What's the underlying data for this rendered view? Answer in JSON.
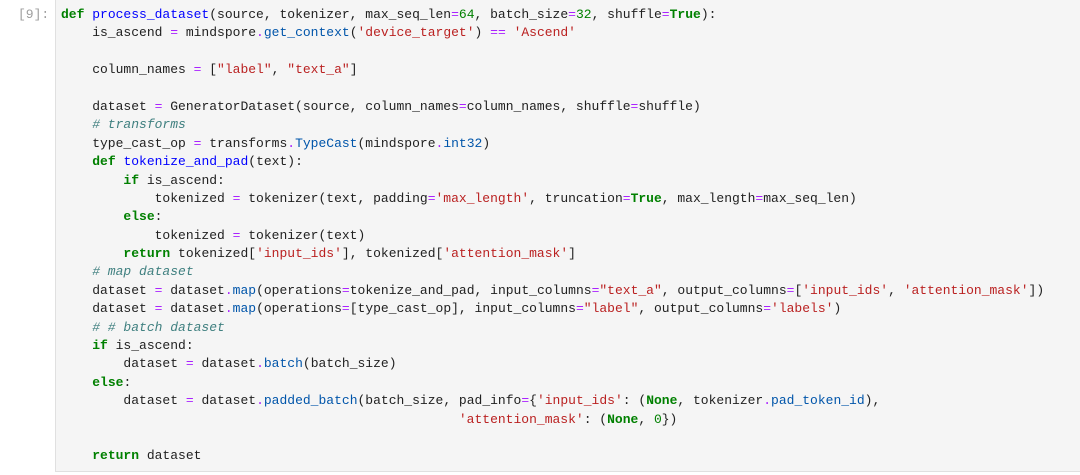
{
  "cell": {
    "prompt": "[9]:",
    "lines": [
      [
        [
          "kw",
          "def"
        ],
        [
          "tx",
          " "
        ],
        [
          "def",
          "process_dataset"
        ],
        [
          "tx",
          "(source, tokenizer, max_seq_len"
        ],
        [
          "op",
          "="
        ],
        [
          "num",
          "64"
        ],
        [
          "tx",
          ", batch_size"
        ],
        [
          "op",
          "="
        ],
        [
          "num",
          "32"
        ],
        [
          "tx",
          ", shuffle"
        ],
        [
          "op",
          "="
        ],
        [
          "kw",
          "True"
        ],
        [
          "tx",
          "):"
        ]
      ],
      [
        [
          "tx",
          "    is_ascend "
        ],
        [
          "op",
          "="
        ],
        [
          "tx",
          " mindspore"
        ],
        [
          "op",
          "."
        ],
        [
          "attr",
          "get_context"
        ],
        [
          "tx",
          "("
        ],
        [
          "str",
          "'device_target'"
        ],
        [
          "tx",
          ") "
        ],
        [
          "op",
          "=="
        ],
        [
          "tx",
          " "
        ],
        [
          "str",
          "'Ascend'"
        ]
      ],
      [],
      [
        [
          "tx",
          "    column_names "
        ],
        [
          "op",
          "="
        ],
        [
          "tx",
          " ["
        ],
        [
          "str",
          "\"label\""
        ],
        [
          "tx",
          ", "
        ],
        [
          "str",
          "\"text_a\""
        ],
        [
          "tx",
          "]"
        ]
      ],
      [],
      [
        [
          "tx",
          "    dataset "
        ],
        [
          "op",
          "="
        ],
        [
          "tx",
          " GeneratorDataset(source, column_names"
        ],
        [
          "op",
          "="
        ],
        [
          "tx",
          "column_names, shuffle"
        ],
        [
          "op",
          "="
        ],
        [
          "tx",
          "shuffle)"
        ]
      ],
      [
        [
          "cm",
          "    # transforms"
        ]
      ],
      [
        [
          "tx",
          "    type_cast_op "
        ],
        [
          "op",
          "="
        ],
        [
          "tx",
          " transforms"
        ],
        [
          "op",
          "."
        ],
        [
          "attr",
          "TypeCast"
        ],
        [
          "tx",
          "(mindspore"
        ],
        [
          "op",
          "."
        ],
        [
          "attr",
          "int32"
        ],
        [
          "tx",
          ")"
        ]
      ],
      [
        [
          "tx",
          "    "
        ],
        [
          "kw",
          "def"
        ],
        [
          "tx",
          " "
        ],
        [
          "def",
          "tokenize_and_pad"
        ],
        [
          "tx",
          "(text):"
        ]
      ],
      [
        [
          "tx",
          "        "
        ],
        [
          "kw",
          "if"
        ],
        [
          "tx",
          " is_ascend:"
        ]
      ],
      [
        [
          "tx",
          "            tokenized "
        ],
        [
          "op",
          "="
        ],
        [
          "tx",
          " tokenizer(text, padding"
        ],
        [
          "op",
          "="
        ],
        [
          "str",
          "'max_length'"
        ],
        [
          "tx",
          ", truncation"
        ],
        [
          "op",
          "="
        ],
        [
          "kw",
          "True"
        ],
        [
          "tx",
          ", max_length"
        ],
        [
          "op",
          "="
        ],
        [
          "tx",
          "max_seq_len)"
        ]
      ],
      [
        [
          "tx",
          "        "
        ],
        [
          "kw",
          "else"
        ],
        [
          "tx",
          ":"
        ]
      ],
      [
        [
          "tx",
          "            tokenized "
        ],
        [
          "op",
          "="
        ],
        [
          "tx",
          " tokenizer(text)"
        ]
      ],
      [
        [
          "tx",
          "        "
        ],
        [
          "kw",
          "return"
        ],
        [
          "tx",
          " tokenized["
        ],
        [
          "str",
          "'input_ids'"
        ],
        [
          "tx",
          "], tokenized["
        ],
        [
          "str",
          "'attention_mask'"
        ],
        [
          "tx",
          "]"
        ]
      ],
      [
        [
          "cm",
          "    # map dataset"
        ]
      ],
      [
        [
          "tx",
          "    dataset "
        ],
        [
          "op",
          "="
        ],
        [
          "tx",
          " dataset"
        ],
        [
          "op",
          "."
        ],
        [
          "attr",
          "map"
        ],
        [
          "tx",
          "(operations"
        ],
        [
          "op",
          "="
        ],
        [
          "tx",
          "tokenize_and_pad, input_columns"
        ],
        [
          "op",
          "="
        ],
        [
          "str",
          "\"text_a\""
        ],
        [
          "tx",
          ", output_columns"
        ],
        [
          "op",
          "="
        ],
        [
          "tx",
          "["
        ],
        [
          "str",
          "'input_ids'"
        ],
        [
          "tx",
          ", "
        ],
        [
          "str",
          "'attention_mask'"
        ],
        [
          "tx",
          "])"
        ]
      ],
      [
        [
          "tx",
          "    dataset "
        ],
        [
          "op",
          "="
        ],
        [
          "tx",
          " dataset"
        ],
        [
          "op",
          "."
        ],
        [
          "attr",
          "map"
        ],
        [
          "tx",
          "(operations"
        ],
        [
          "op",
          "="
        ],
        [
          "tx",
          "[type_cast_op], input_columns"
        ],
        [
          "op",
          "="
        ],
        [
          "str",
          "\"label\""
        ],
        [
          "tx",
          ", output_columns"
        ],
        [
          "op",
          "="
        ],
        [
          "str",
          "'labels'"
        ],
        [
          "tx",
          ")"
        ]
      ],
      [
        [
          "cm",
          "    # # batch dataset"
        ]
      ],
      [
        [
          "tx",
          "    "
        ],
        [
          "kw",
          "if"
        ],
        [
          "tx",
          " is_ascend:"
        ]
      ],
      [
        [
          "tx",
          "        dataset "
        ],
        [
          "op",
          "="
        ],
        [
          "tx",
          " dataset"
        ],
        [
          "op",
          "."
        ],
        [
          "attr",
          "batch"
        ],
        [
          "tx",
          "(batch_size)"
        ]
      ],
      [
        [
          "tx",
          "    "
        ],
        [
          "kw",
          "else"
        ],
        [
          "tx",
          ":"
        ]
      ],
      [
        [
          "tx",
          "        dataset "
        ],
        [
          "op",
          "="
        ],
        [
          "tx",
          " dataset"
        ],
        [
          "op",
          "."
        ],
        [
          "attr",
          "padded_batch"
        ],
        [
          "tx",
          "(batch_size, pad_info"
        ],
        [
          "op",
          "="
        ],
        [
          "tx",
          "{"
        ],
        [
          "str",
          "'input_ids'"
        ],
        [
          "tx",
          ": ("
        ],
        [
          "kw",
          "None"
        ],
        [
          "tx",
          ", tokenizer"
        ],
        [
          "op",
          "."
        ],
        [
          "attr",
          "pad_token_id"
        ],
        [
          "tx",
          "),"
        ]
      ],
      [
        [
          "tx",
          "                                                   "
        ],
        [
          "str",
          "'attention_mask'"
        ],
        [
          "tx",
          ": ("
        ],
        [
          "kw",
          "None"
        ],
        [
          "tx",
          ", "
        ],
        [
          "num",
          "0"
        ],
        [
          "tx",
          "})"
        ]
      ],
      [],
      [
        [
          "tx",
          "    "
        ],
        [
          "kw",
          "return"
        ],
        [
          "tx",
          " dataset"
        ]
      ]
    ]
  }
}
